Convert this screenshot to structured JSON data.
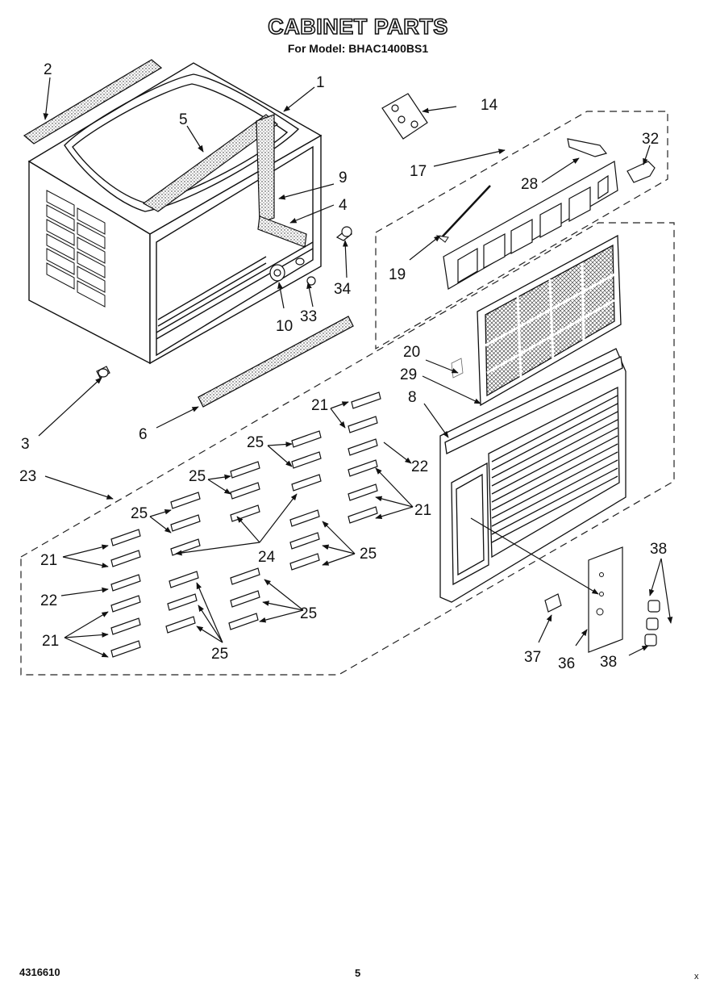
{
  "title": "CABINET PARTS",
  "subtitle": "For Model: BHAC1400BS1",
  "doc_number": "4316610",
  "page_number": "5",
  "corner_mark": "x",
  "callouts": [
    "1",
    "2",
    "3",
    "4",
    "5",
    "6",
    "8",
    "9",
    "10",
    "14",
    "17",
    "19",
    "20",
    "21",
    "22",
    "23",
    "24",
    "25",
    "28",
    "29",
    "32",
    "33",
    "34",
    "36",
    "37",
    "38"
  ]
}
